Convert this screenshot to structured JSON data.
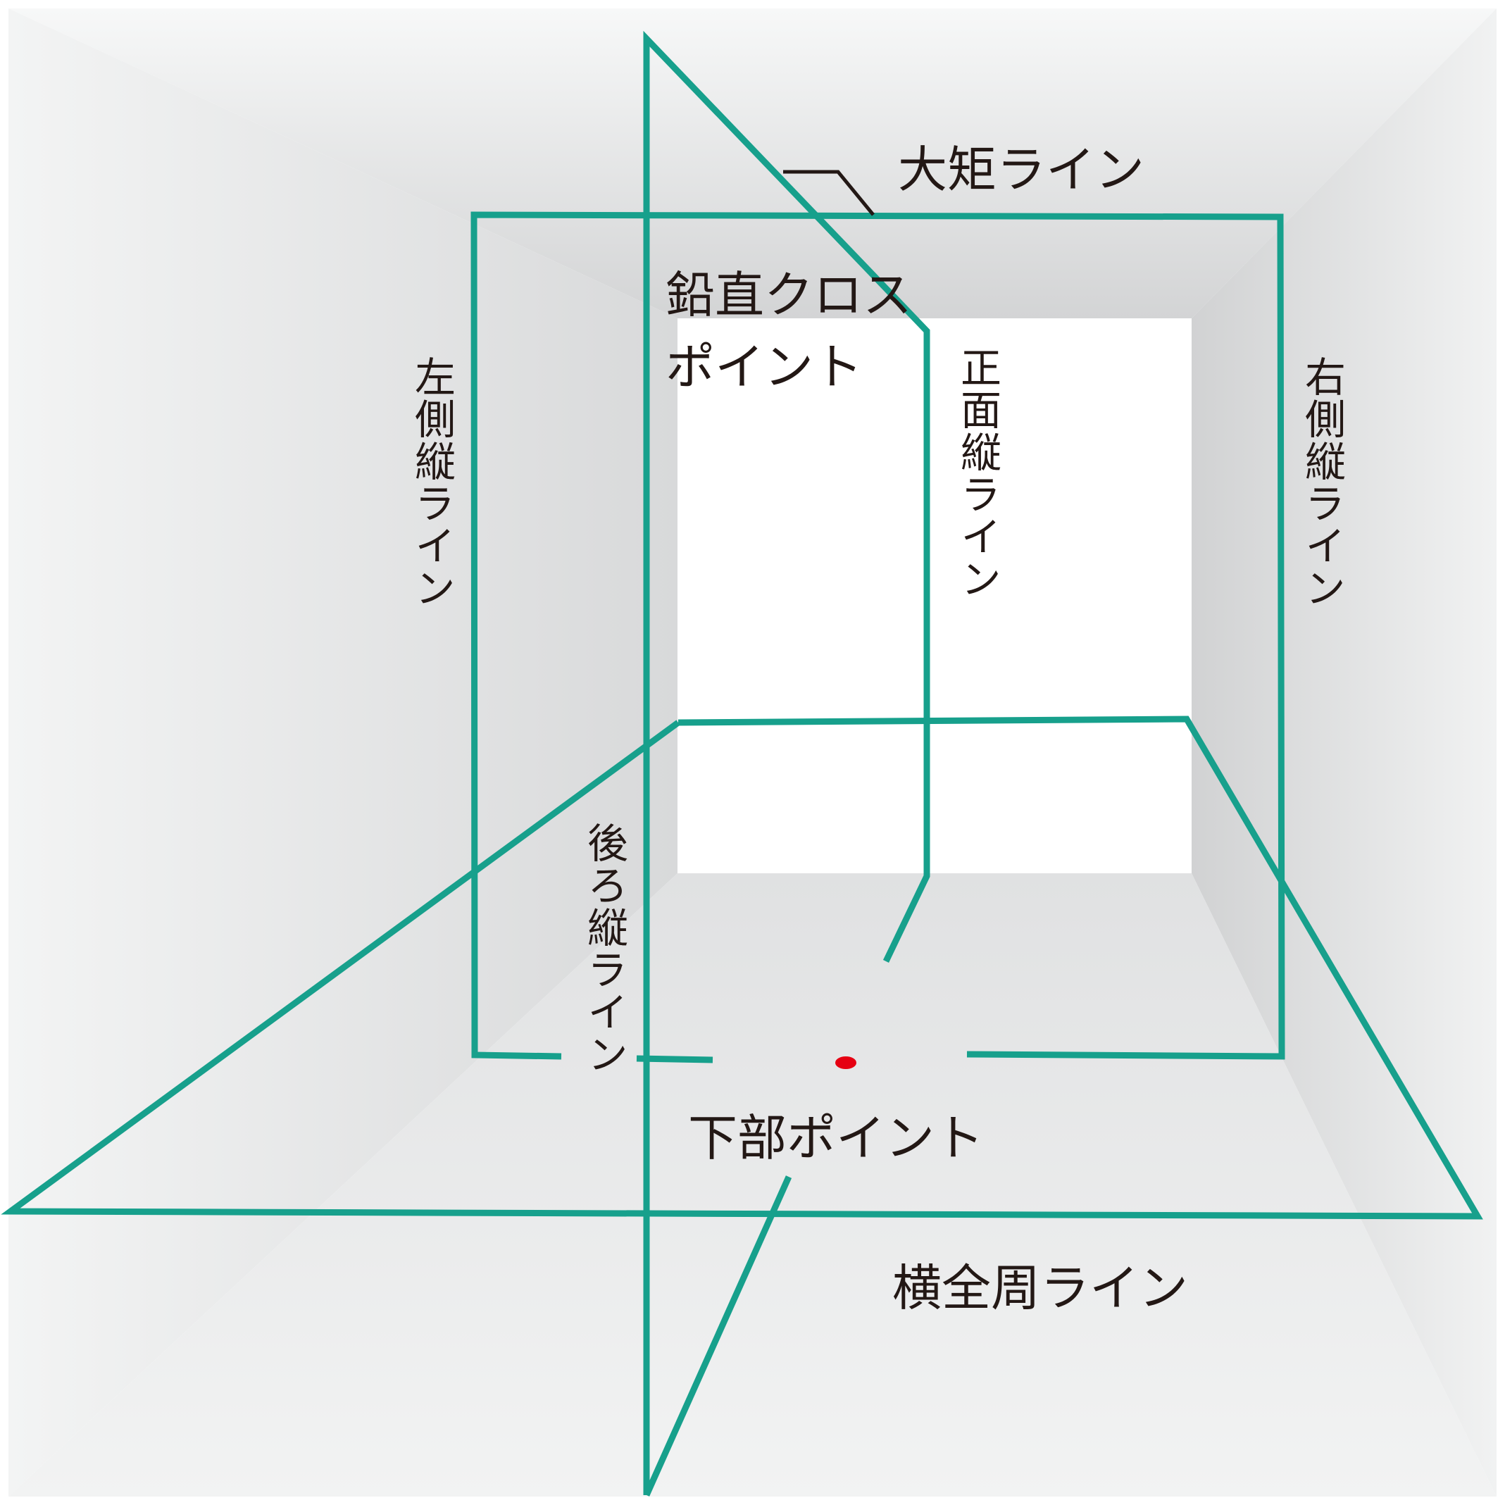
{
  "labels": {
    "ogane_line": "大矩ライン",
    "plumb_cross_line1": "鉛直クロス",
    "plumb_cross_line2": "ポイント",
    "left_vertical": "左側縦ライン",
    "front_vertical": "正面縦ライン",
    "right_vertical": "右側縦ライン",
    "rear_vertical": "後ろ縦ライン",
    "bottom_point": "下部ポイント",
    "horizontal_line": "横全周ライン"
  },
  "colors": {
    "laser_line": "#17a08c",
    "bottom_point": "#e60012",
    "leader": "#231815",
    "label_text": "#231815"
  }
}
